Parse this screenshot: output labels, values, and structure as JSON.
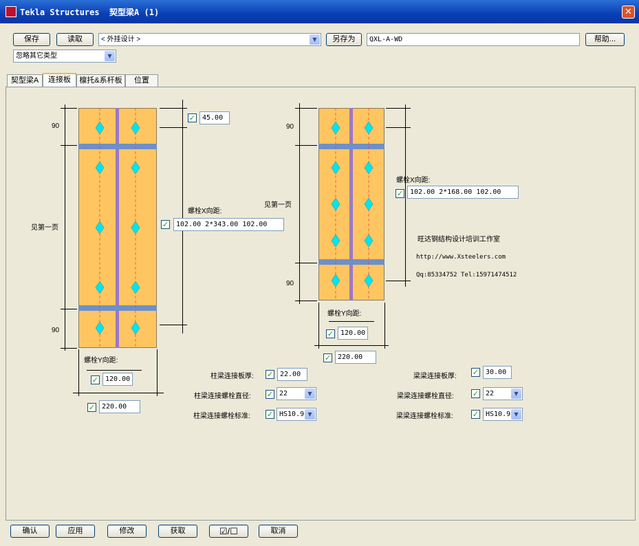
{
  "window": {
    "title": "Tekla Structures  契型梁A (1)"
  },
  "toolbar": {
    "save": "保存",
    "load": "读取",
    "preset": "< 外挂设计 >",
    "save_as": "另存为",
    "save_as_name": "QXL-A-WD",
    "help": "帮助...",
    "filter": "忽略其它类型"
  },
  "tabs": [
    "契型梁A",
    "连接板",
    "檩托&系杆板",
    "位置"
  ],
  "left": {
    "top_dim": "45.00",
    "bolt_x_label": "螺栓X向距:",
    "bolt_x": "102.00 2*343.00 102.00",
    "dim_top": "90",
    "dim_bottom": "90",
    "see_page": "见第一页",
    "bolt_y_label": "螺栓Y向距:",
    "bolt_y": "120.00",
    "width": "220.00"
  },
  "right": {
    "bolt_x_label": "螺栓X向距:",
    "bolt_x": "102.00 2*168.00 102.00",
    "dim_top": "90",
    "dim_bottom": "90",
    "see_page": "见第一页",
    "bolt_y_label": "螺栓Y向距:",
    "bolt_y": "120.00",
    "width": "220.00"
  },
  "info": {
    "studio": "旺达钢结构设计培训工作室",
    "url": "http://www.Xsteelers.com",
    "contact": "Qq:85334752   Tel:15971474512"
  },
  "col_beam": {
    "thick_label": "柱梁连接板厚:",
    "thick": "22.00",
    "dia_label": "柱梁连接螺栓直径:",
    "dia": "22",
    "std_label": "柱梁连接螺栓标准:",
    "std": "HS10.9"
  },
  "beam_beam": {
    "thick_label": "梁梁连接板厚:",
    "thick": "30.00",
    "dia_label": "梁梁连接螺栓直径:",
    "dia": "22",
    "std_label": "梁梁连接螺栓标准:",
    "std": "HS10.9"
  },
  "bottom": {
    "ok": "确认",
    "apply": "应用",
    "modify": "修改",
    "get": "获取",
    "toggle": "☑/☐",
    "cancel": "取消"
  },
  "colors": {
    "plate": "#ffc560",
    "bolt": "#00e5f0",
    "titlebar": "#0a3fb5"
  }
}
